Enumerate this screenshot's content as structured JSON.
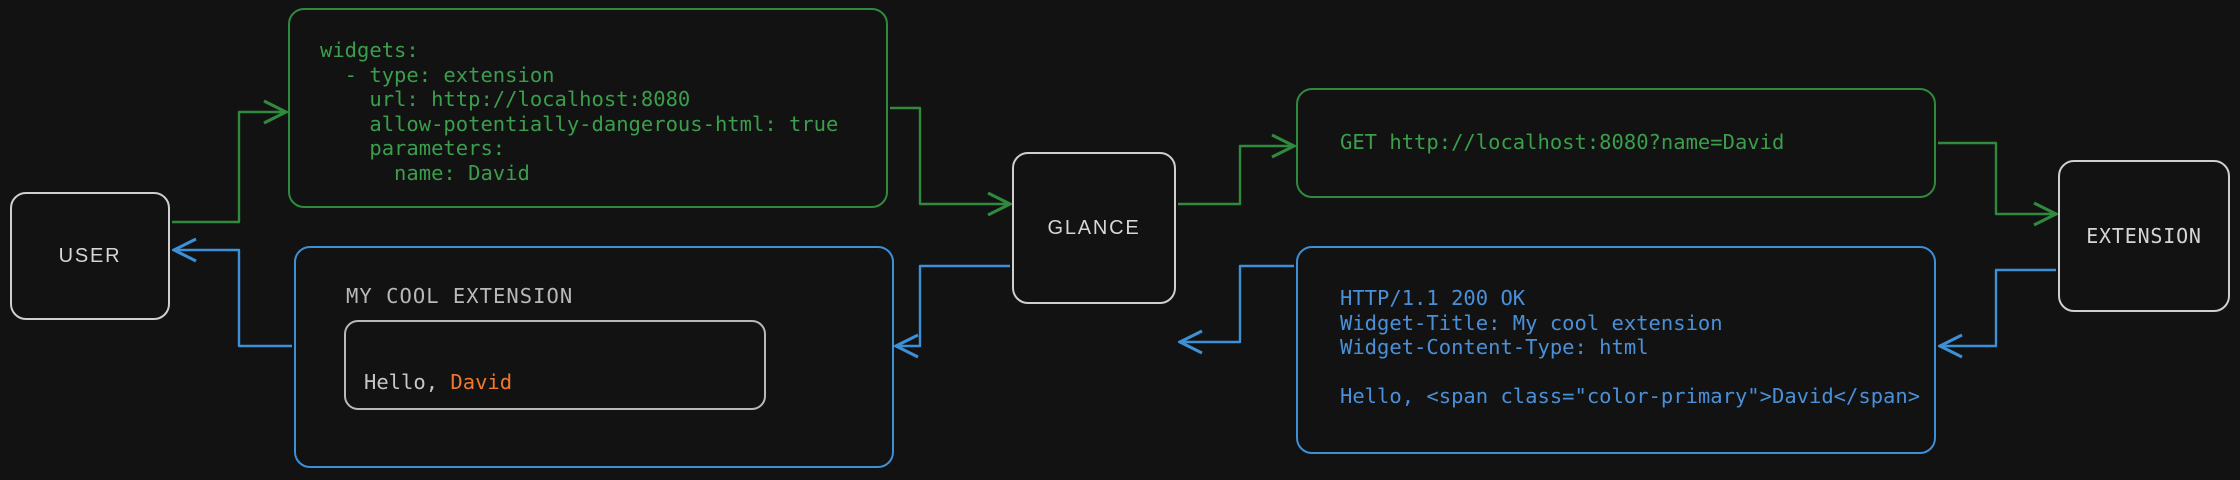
{
  "theme": {
    "background": "#121212",
    "node_border": "#cfcfcf",
    "node_text": "#d6d6d6",
    "green": "#3a9e4c",
    "green_border": "#2f8a3e",
    "blue": "#4a90d9",
    "blue_border": "#3d8fd6",
    "accent_orange": "#f0782b",
    "widget_text": "#c6c6c6"
  },
  "nodes": {
    "user": "USER",
    "glance": "GLANCE",
    "extension": "EXTENSION"
  },
  "panels": {
    "yaml_config": "widgets:\n  - type: extension\n    url: http://localhost:8080\n    allow-potentially-dangerous-html: true\n    parameters:\n      name: David",
    "get_request": "GET http://localhost:8080?name=David",
    "http_response": "HTTP/1.1 200 OK\nWidget-Title: My cool extension\nWidget-Content-Type: html\n\nHello, <span class=\"color-primary\">David</span>",
    "widget": {
      "title": "MY COOL EXTENSION",
      "greeting_prefix": "Hello, ",
      "greeting_name": "David"
    }
  },
  "edges": [
    {
      "name": "user-to-config",
      "color": "#2f8a3e",
      "direction": "right"
    },
    {
      "name": "config-to-glance",
      "color": "#2f8a3e",
      "direction": "right"
    },
    {
      "name": "glance-to-request",
      "color": "#2f8a3e",
      "direction": "right"
    },
    {
      "name": "request-to-extension",
      "color": "#2f8a3e",
      "direction": "right"
    },
    {
      "name": "extension-to-response",
      "color": "#3d8fd6",
      "direction": "left"
    },
    {
      "name": "response-to-glance",
      "color": "#3d8fd6",
      "direction": "left"
    },
    {
      "name": "glance-to-widget",
      "color": "#3d8fd6",
      "direction": "left"
    },
    {
      "name": "widget-to-user",
      "color": "#3d8fd6",
      "direction": "left"
    }
  ]
}
